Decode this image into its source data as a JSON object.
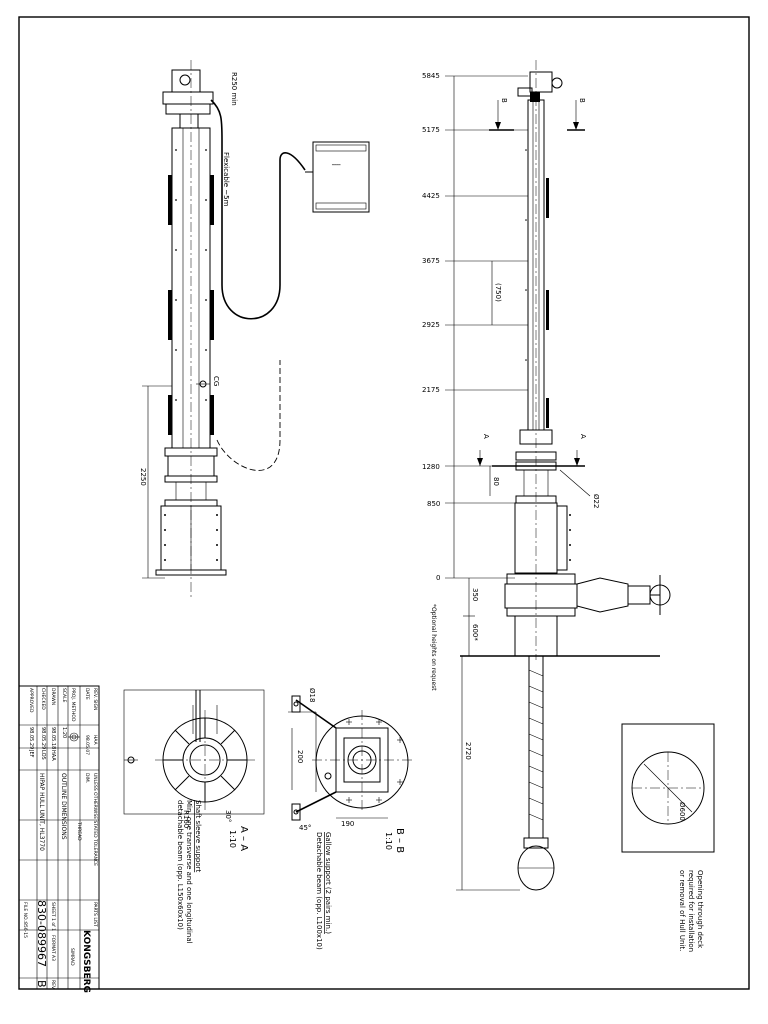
{
  "elevation_view": {
    "levels": [
      "5845",
      "5175",
      "4425",
      "3675",
      "2925",
      "2175",
      "1280",
      "850",
      "0"
    ],
    "section_b_markers": [
      "B",
      "B"
    ],
    "section_a_markers": [
      "A",
      "A"
    ],
    "dim_750": "(750)",
    "dim_80": "80",
    "diameter_22": "Ø22",
    "dim_350": "350",
    "dim_600": "600*",
    "optional_heights_note": "*Optional heights on request",
    "dim_2720": "2720"
  },
  "side_view": {
    "radius_note": "R250 min",
    "flexicable_note": "Flexicable ~5m",
    "cg_label": "CG",
    "dim_2250": "2250"
  },
  "opening_detail": {
    "diameter": "Ø600",
    "note_lines": [
      "Opening through deck",
      "required for installation",
      "or removal of Hull Unit."
    ]
  },
  "section_a": {
    "title": "A – A",
    "scale": "1:10",
    "radius": "R160",
    "angle": "30°",
    "note_title": "Shaft sleeve support",
    "note_lines": [
      "Min. one transverse and one longitudinal",
      "detachable beam (opp. L150x60x10)"
    ]
  },
  "section_b": {
    "title": "B – B",
    "scale": "1:10",
    "dim_200": "200",
    "dim_190": "190",
    "angle": "45°",
    "diameter_18": "Ø18",
    "note_title": "Gallow support (2 pairs min.)",
    "note_lines": [
      "Detachable beam (opp. L100x10)"
    ]
  },
  "title_block": {
    "company": "KONGSBERG",
    "company_sub": "SIMRAD",
    "drawing_number": "830-089967",
    "revision": "B",
    "title": "HIPAP HULL UNIT, HL3770",
    "drawing_type": "OUTLINE DIMENSIONS",
    "scale_label": "SCALE",
    "scale_value": "1:20",
    "proj_label": "PROJ. METHOD",
    "rev_label": "REV. SIGN",
    "rev_sign": "HAA",
    "date_label": "DATE",
    "date_value": "98.05.07",
    "drawn_label": "DRAWN",
    "drawn_date": "98.05.18",
    "drawn_sign": "HAA",
    "checked_label": "CHECKED",
    "checked_date": "98.05.29",
    "checked_sign": "LOS",
    "approved_label": "APPROVED",
    "approved_date": "98.05.29",
    "approved_sign": "JEF",
    "tolerance_note": "UNLESS OTHERWISE STATED TOLERANCE",
    "thread_label": "THREAD",
    "dim_label": "DIM.",
    "sheet_label": "SHEET 1 of 1",
    "format_label": "FORMAT A3",
    "rev_col_label": "REV.",
    "parts_list_label": "PARTS LIST",
    "file_label": "FILE NO.:",
    "file_value": "856-15"
  }
}
